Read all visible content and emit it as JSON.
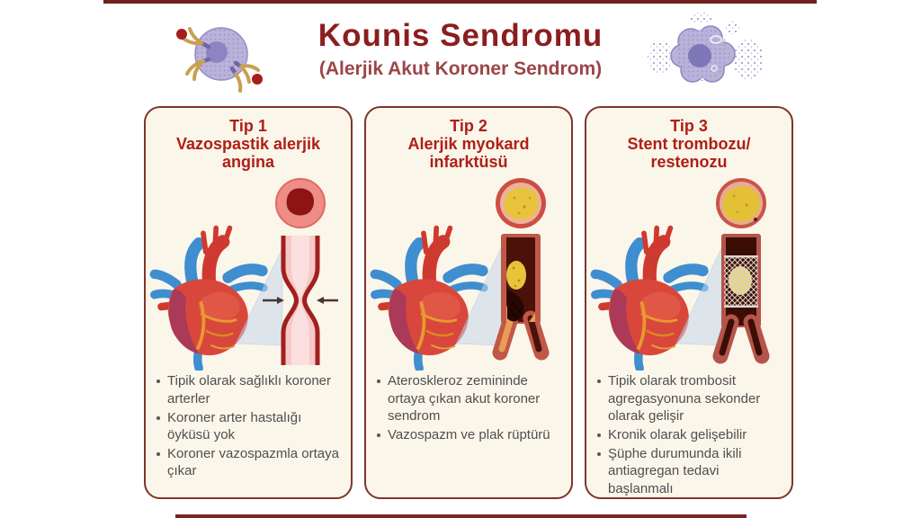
{
  "header": {
    "title": "Kounis Sendromu",
    "subtitle": "(Alerjik Akut Koroner Sendrom)"
  },
  "icons": {
    "left": "mast-cell-with-ige-antibodies-and-allergens",
    "right": "degranulating-mast-cell"
  },
  "colors": {
    "title_red": "#8B1E1E",
    "subtitle_red": "#9C4548",
    "panel_border": "#7E352B",
    "panel_bg": "#FBF6EA",
    "panel_title_red": "#AE1F17",
    "body_text": "#4F4F4F",
    "heart_red": "#D9473C",
    "vessel_blue": "#3E8ED0",
    "plaque_yellow": "#E8C43C",
    "lumen_dark": "#4A1208"
  },
  "panels": [
    {
      "tip": "Tip 1",
      "name": "Vazospastik alerjik\nangina",
      "illustration": "coronary-vasospasm",
      "bullets": [
        "Tipik olarak sağlıklı koroner arterler",
        "Koroner arter hastalığı öyküsü yok",
        "Koroner vazospazmla ortaya çıkar"
      ]
    },
    {
      "tip": "Tip 2",
      "name": "Alerjik myokard\ninfarktüsü",
      "illustration": "plaque-rupture-thrombus",
      "bullets": [
        "Ateroskleroz zemininde ortaya çıkan akut koroner sendrom",
        "Vazospazm ve plak rüptürü"
      ]
    },
    {
      "tip": "Tip 3",
      "name": "Stent trombozu/\nrestenozu",
      "illustration": "stent-thrombosis-restenosis",
      "bullets": [
        "Tipik olarak trombosit agregasyonuna sekonder olarak gelişir",
        "Kronik olarak gelişebilir",
        "Şüphe durumunda ikili antiagregan tedavi başlanmalı"
      ]
    }
  ]
}
